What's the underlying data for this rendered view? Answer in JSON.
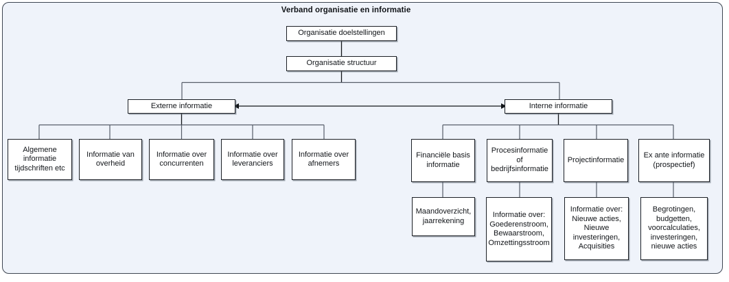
{
  "diagram": {
    "title": "Verband organisatie en informatie",
    "type": "organizational-hierarchy-flowchart",
    "background_color": "#eff3fa",
    "node_fill": "#ffffff",
    "node_border": "#1a1e24",
    "frame_border": "#3c4450",
    "nodes": {
      "org_doelstellingen": "Organisatie doelstellingen",
      "org_structuur": "Organisatie structuur",
      "externe_informatie": "Externe informatie",
      "interne_informatie": "Interne informatie",
      "ext_1": "Algemene\ninformatie\ntijdschriften etc",
      "ext_2": "Informatie van\noverheid",
      "ext_3": "Informatie over\nconcurrenten",
      "ext_4": "Informatie over\nleveranciers",
      "ext_5": "Informatie over\nafnemers",
      "int_1": "Financiële basis\ninformatie",
      "int_2": "Procesinformatie\nof\nbedrijfsinformatie",
      "int_3": "Projectinformatie",
      "int_4": "Ex ante informatie\n(prospectief)",
      "int_1_detail": "Maandoverzicht,\njaarrekening",
      "int_2_detail": "Informatie over:\nGoederenstroom,\nBewaarstroom,\nOmzettingsstroom",
      "int_3_detail": "Informatie over:\nNieuwe acties,\nNieuwe\ninvesteringen,\nAcquisities",
      "int_4_detail": "Begrotingen,\nbudgetten,\nvoorcalculaties,\ninvesteringen,\nnieuwe acties"
    }
  }
}
